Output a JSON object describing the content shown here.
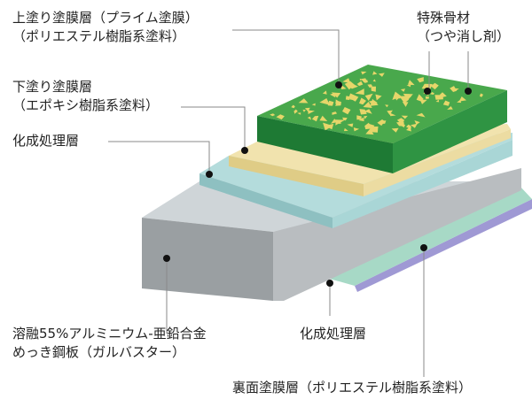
{
  "labels": {
    "top_coat": [
      "上塗り塗膜層（プライム塗膜）",
      "（ポリエステル樹脂系塗料）"
    ],
    "special_aggregate": [
      "特殊骨材",
      "（つや消し剤）"
    ],
    "under_coat": [
      "下塗り塗膜層",
      "（エポキシ樹脂系塗料）"
    ],
    "chemical_layer_upper": [
      "化成処理層"
    ],
    "steel_sheet": [
      "溶融55%アルミニウム-亜鉛合金",
      "めっき鋼板（ガルバスター）"
    ],
    "chemical_layer_lower": [
      "化成処理層"
    ],
    "back_coat": [
      "裏面塗膜層（ポリエステル樹脂系塗料）"
    ]
  },
  "colors": {
    "top_coat_face": "#49a84c",
    "top_coat_side": "#1e7a34",
    "aggregate": "#e6d66a",
    "under_coat": "#ecdca2",
    "chemical_layer": "#a9d6d6",
    "steel_top": "#cfd5d8",
    "steel_front": "#9a9fa2",
    "steel_side": "#b9bdc0",
    "back_chemical": "#a7d9c6",
    "back_coat": "#9f99d4",
    "leader": "#8a8a8a",
    "dot": "#111111"
  }
}
